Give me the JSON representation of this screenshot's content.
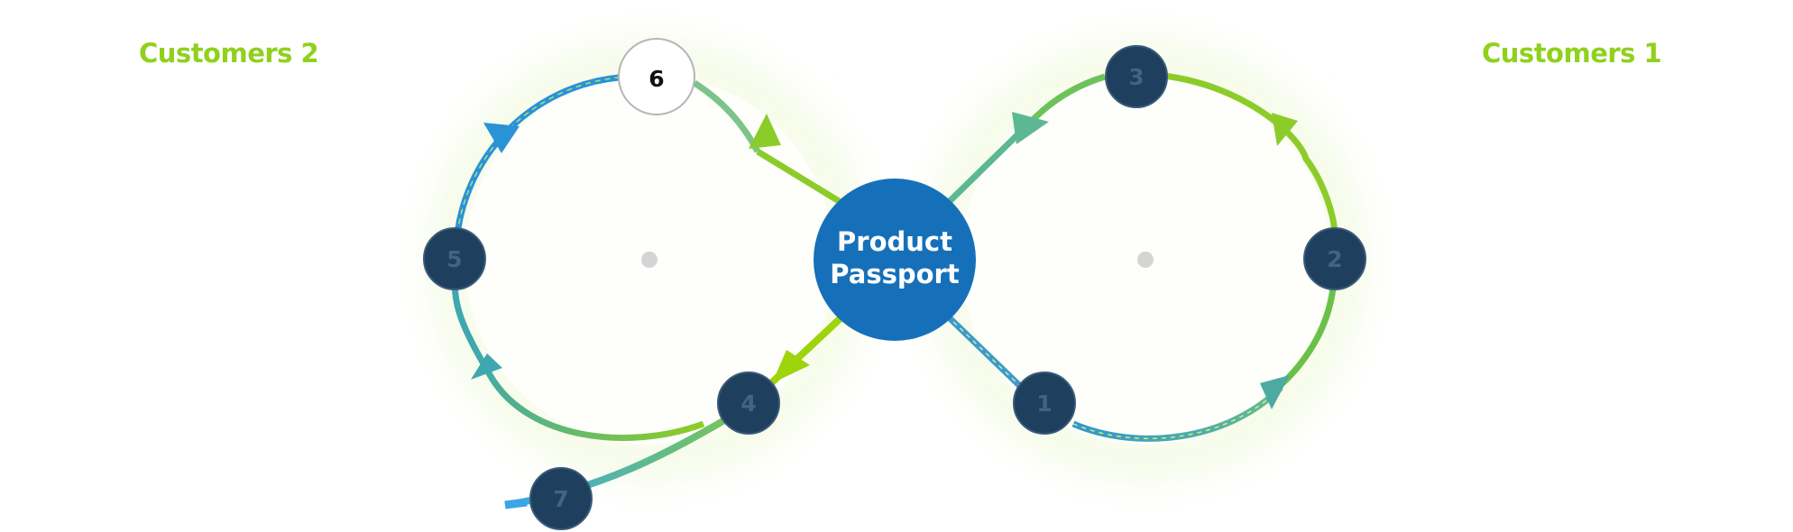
{
  "labels": {
    "left": "Customers 2",
    "right": "Customers 1"
  },
  "center": {
    "line1": "Product",
    "line2": "Passport"
  },
  "nodes": [
    {
      "id": "1",
      "label": "1",
      "active": false
    },
    {
      "id": "2",
      "label": "2",
      "active": false
    },
    {
      "id": "3",
      "label": "3",
      "active": false
    },
    {
      "id": "4",
      "label": "4",
      "active": false
    },
    {
      "id": "5",
      "label": "5",
      "active": false
    },
    {
      "id": "6",
      "label": "6",
      "active": true
    },
    {
      "id": "7",
      "label": "7",
      "active": false
    }
  ],
  "colors": {
    "label_green": "#8fd11d",
    "green": "#8ccc2a",
    "teal": "#4ea9a0",
    "blue": "#2a93d6",
    "lime": "#9ed40a",
    "center_fill": "#1670b9",
    "node_fill": "#1e3f5e",
    "node_text": "#3f6585",
    "active_fill": "#ffffff",
    "active_text": "#111111",
    "pivot": "#d4d4d4"
  }
}
